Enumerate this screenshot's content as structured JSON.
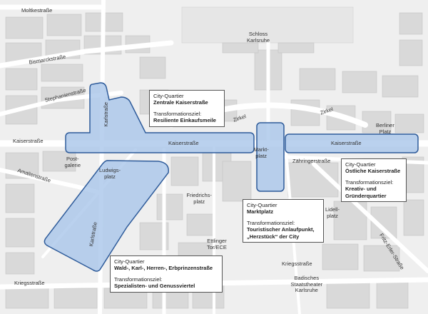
{
  "streets": {
    "moltke": "Moltkestraße",
    "bismarck": "Bismarckstraße",
    "stephanien": "Stephanienstraße",
    "kaiser_west": "Kaiserstraße",
    "kaiser_center": "Kaiserstraße",
    "kaiser_east": "Kaiserstraße",
    "amalien": "Amalienstraße",
    "karl_north": "Karlstraße",
    "karl_south": "Karlstraße",
    "zirkel_center": "Zirkel",
    "zirkel_east": "Zirkel",
    "zaehringer": "Zähringerstraße",
    "krieg_east": "Kriegsstraße",
    "krieg_west": "Kriegsstraße",
    "fritz_erler": "Fritz-Erler-Straße"
  },
  "places": {
    "schloss_line1": "Schloss",
    "schloss_line2": "Karlsruhe",
    "berliner_line1": "Berliner",
    "berliner_line2": "Platz",
    "post_line1": "Post-",
    "post_line2": "galerie",
    "ludwigs_line1": "Ludwigs-",
    "ludwigs_line2": "platz",
    "markt_line1": "Markt-",
    "markt_line2": "platz",
    "friedrichs_line1": "Friedrichs-",
    "friedrichs_line2": "platz",
    "lidell_line1": "Lidell-",
    "lidell_line2": "platz",
    "ettlinger_line1": "Ettlinger",
    "ettlinger_line2": "Tor/ECE",
    "theater_line1": "Badisches",
    "theater_line2": "Staatstheater",
    "theater_line3": "Karlsruhe"
  },
  "quarters": {
    "zentral": {
      "heading": "City-Quartier",
      "name": "Zentrale Kaiserstraße",
      "goal_label": "Transformationsziel:",
      "goal": "Resiliente Einkaufsmeile"
    },
    "oestlich": {
      "heading": "City-Quartier",
      "name": "Östliche Kaiserstraße",
      "goal_label": "Transformationsziel:",
      "goal_line1": "Kreativ- und",
      "goal_line2": "Gründerquartier"
    },
    "marktplatz": {
      "heading": "City-Quartier",
      "name": "Marktplatz",
      "goal_label": "Transformationsziel:",
      "goal_line1": "Touristischer Anlaufpunkt,",
      "goal_line2": "„Herzstück“ der City"
    },
    "wald": {
      "heading": "City-Quartier",
      "name": "Wald-, Karl-, Herren-, Erbprinzenstraße",
      "goal_label": "Transformationsziel:",
      "goal": "Spezialisten- und Genussviertel"
    }
  },
  "colors": {
    "background": "#efefef",
    "street": "#ffffff",
    "block": "#d9d9d9",
    "zone_fill": "#a9c6ea",
    "zone_stroke": "#2e5b9a"
  }
}
